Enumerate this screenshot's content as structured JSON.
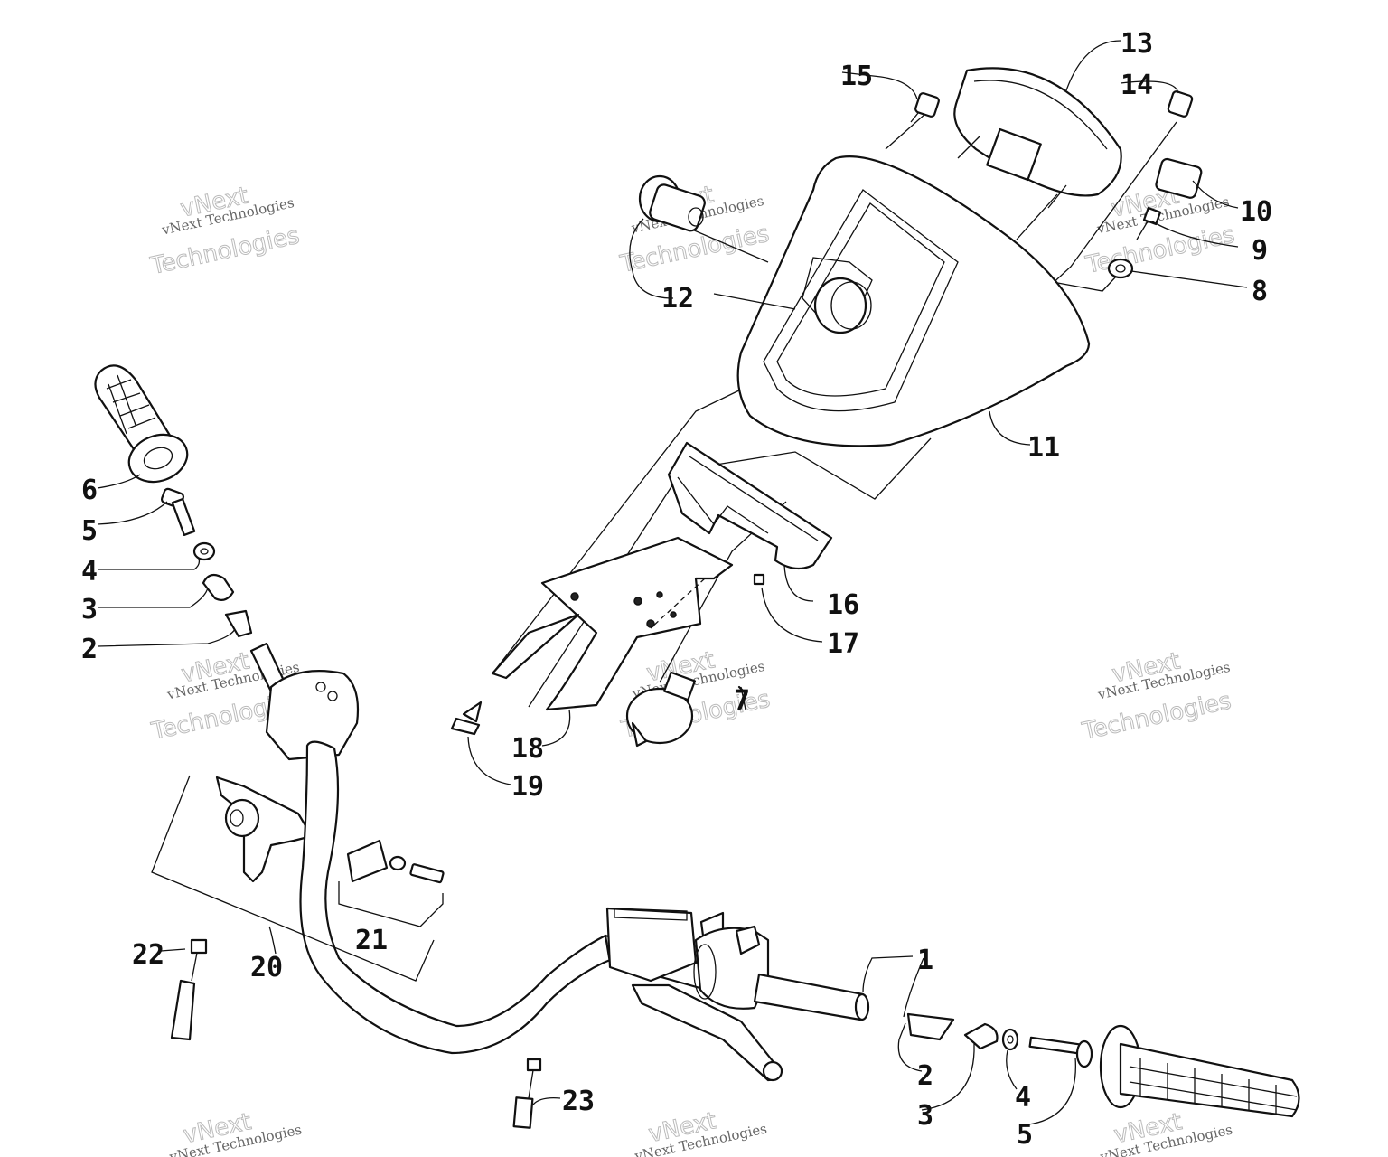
{
  "diagram": {
    "callouts": [
      {
        "id": "c1",
        "label": "1"
      },
      {
        "id": "c2a",
        "label": "2"
      },
      {
        "id": "c2b",
        "label": "2"
      },
      {
        "id": "c3a",
        "label": "3"
      },
      {
        "id": "c3b",
        "label": "3"
      },
      {
        "id": "c4a",
        "label": "4"
      },
      {
        "id": "c4b",
        "label": "4"
      },
      {
        "id": "c5a",
        "label": "5"
      },
      {
        "id": "c5b",
        "label": "5"
      },
      {
        "id": "c6",
        "label": "6"
      },
      {
        "id": "c7",
        "label": "7"
      },
      {
        "id": "c8",
        "label": "8"
      },
      {
        "id": "c9",
        "label": "9"
      },
      {
        "id": "c10",
        "label": "10"
      },
      {
        "id": "c11",
        "label": "11"
      },
      {
        "id": "c12",
        "label": "12"
      },
      {
        "id": "c13",
        "label": "13"
      },
      {
        "id": "c14",
        "label": "14"
      },
      {
        "id": "c15",
        "label": "15"
      },
      {
        "id": "c16",
        "label": "16"
      },
      {
        "id": "c17",
        "label": "17"
      },
      {
        "id": "c18",
        "label": "18"
      },
      {
        "id": "c19",
        "label": "19"
      },
      {
        "id": "c20",
        "label": "20"
      },
      {
        "id": "c21",
        "label": "21"
      },
      {
        "id": "c22",
        "label": "22"
      },
      {
        "id": "c23",
        "label": "23"
      }
    ],
    "watermark": {
      "line1": "vNext",
      "line2": "vNext Technologies",
      "line3": "Technologies"
    }
  }
}
